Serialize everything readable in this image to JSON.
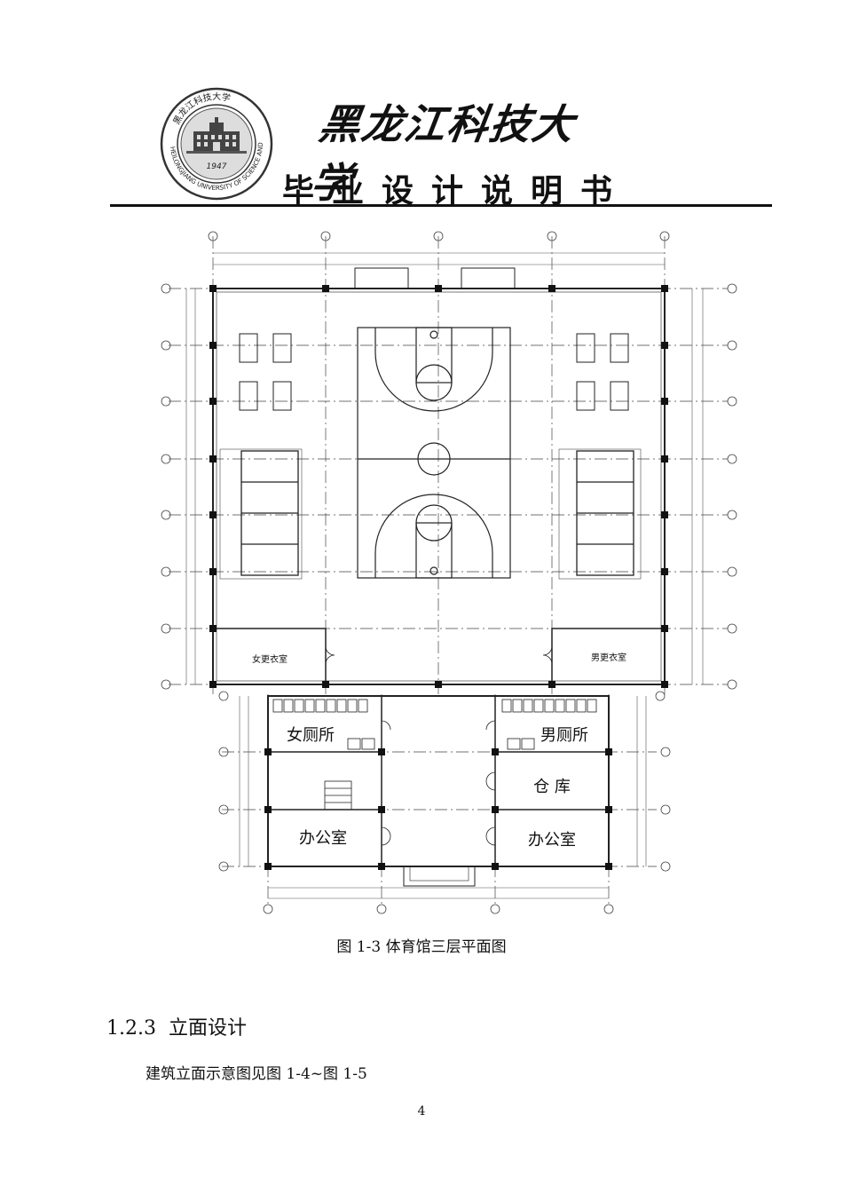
{
  "header": {
    "university_name": "黑龙江科技大学",
    "document_title": "毕业设计说明书",
    "logo": {
      "icon": "university-seal",
      "seal_text": "HEILONGJIANG UNIVERSITY OF SCIENCE AND TECHNOLOGY",
      "seal_top_text": "黑龙江科技大学",
      "year": "1947"
    }
  },
  "figure": {
    "caption": "图 1-3 体育馆三层平面图",
    "room_labels": {
      "women_locker": "女更衣室",
      "men_locker": "男更衣室",
      "women_toilet": "女厕所",
      "men_toilet": "男厕所",
      "storage": "仓 库",
      "office_left": "办公室",
      "office_right": "办公室"
    }
  },
  "section": {
    "number": "1.2.3",
    "title": "立面设计"
  },
  "body_text": "建筑立面示意图见图 1-4~图 1-5",
  "page_number": "4"
}
